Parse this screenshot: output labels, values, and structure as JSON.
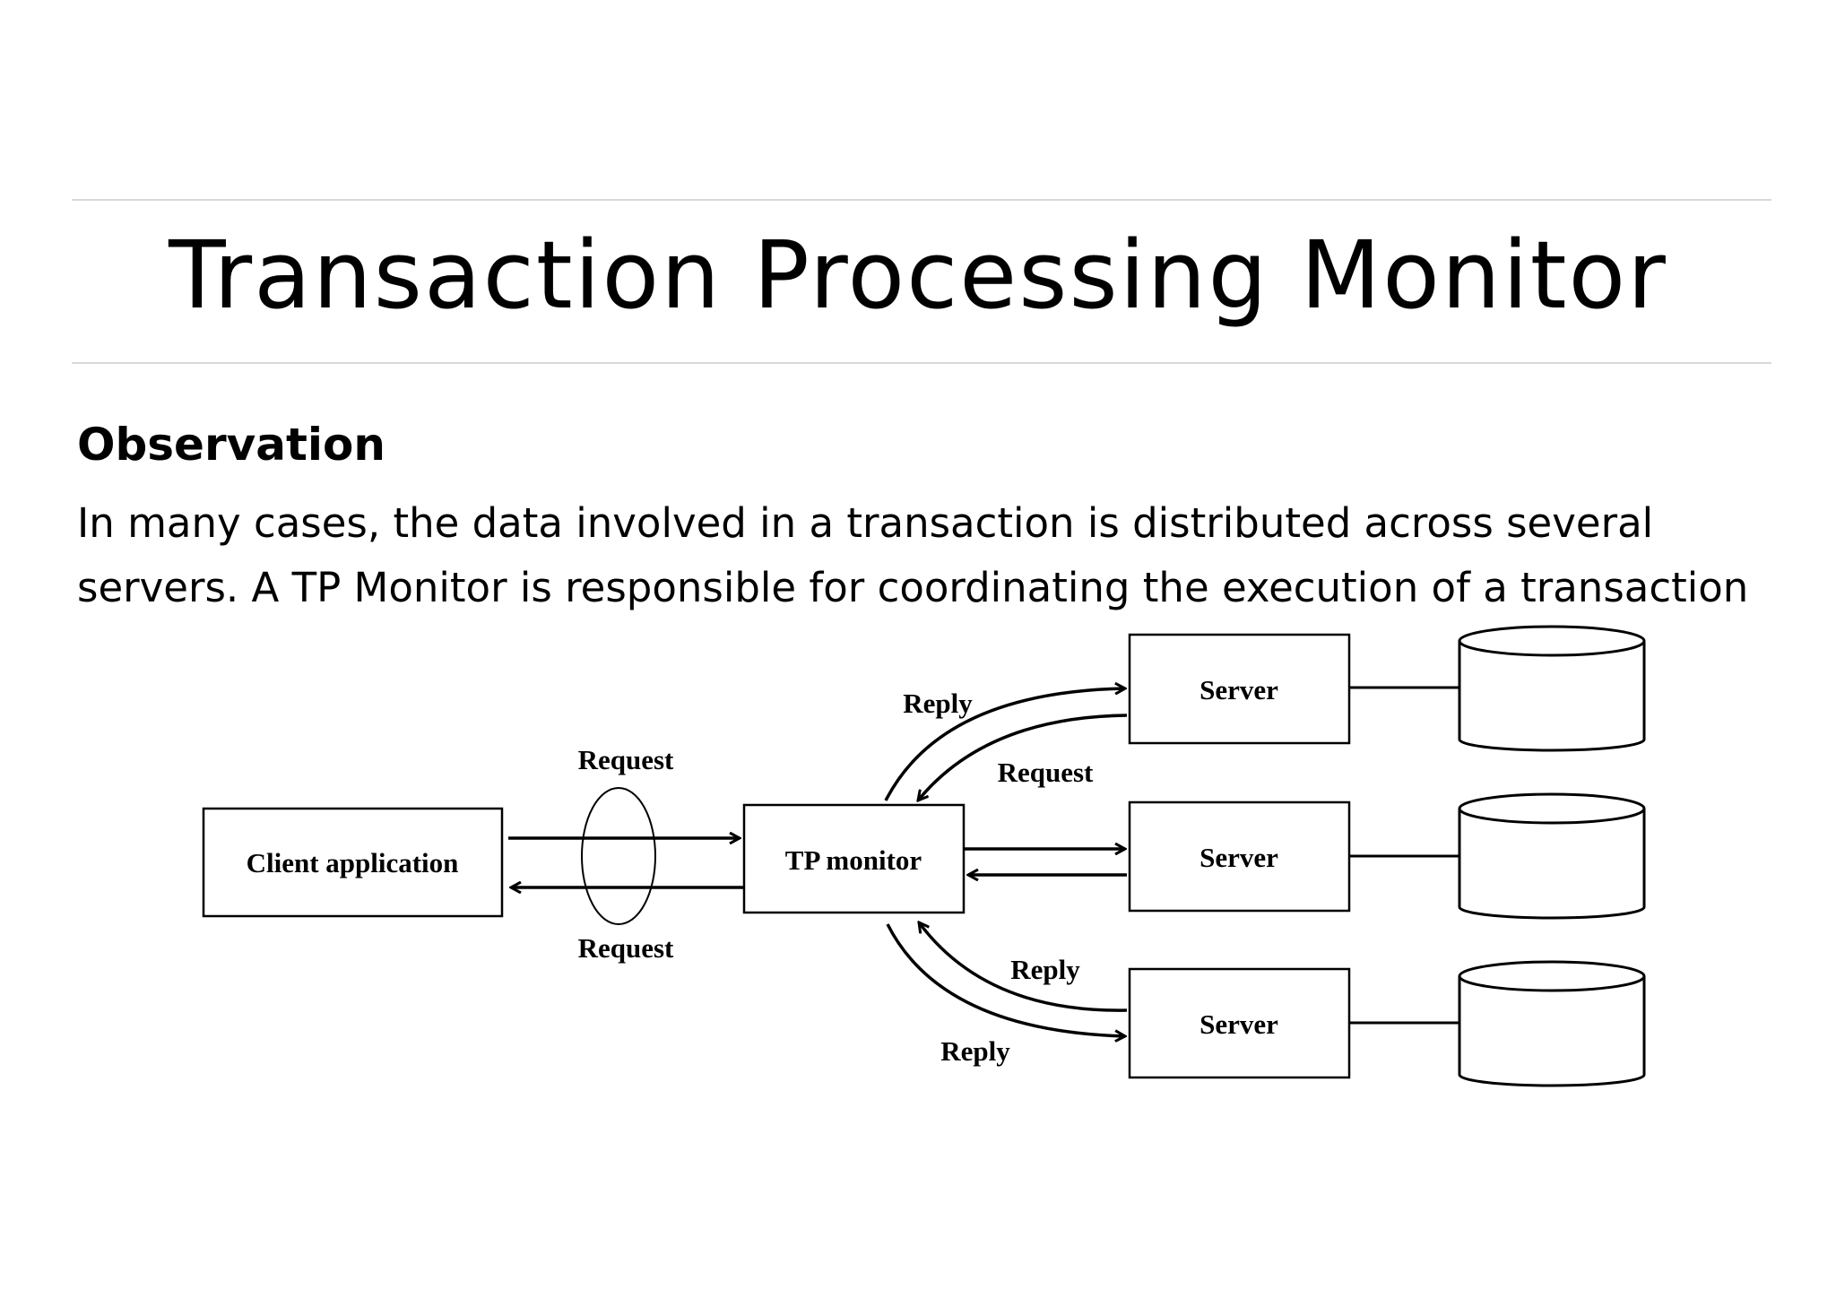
{
  "slide": {
    "title": "Transaction Processing Monitor",
    "heading": "Observation",
    "body_lines": [
      "In many cases, the data involved in a transaction is distributed across several",
      "servers. A TP Monitor is responsible for coordinating the execution of a transaction"
    ]
  },
  "diagram": {
    "nodes": {
      "client": "Client application",
      "tp_monitor": "TP monitor",
      "server_1": "Server",
      "server_2": "Server",
      "server_3": "Server"
    },
    "edge_labels": {
      "client_request_top": "Request",
      "client_request_bottom": "Request",
      "server1_reply": "Reply",
      "server1_request": "Request",
      "server3_reply_upper": "Reply",
      "server3_reply_lower": "Reply"
    }
  }
}
